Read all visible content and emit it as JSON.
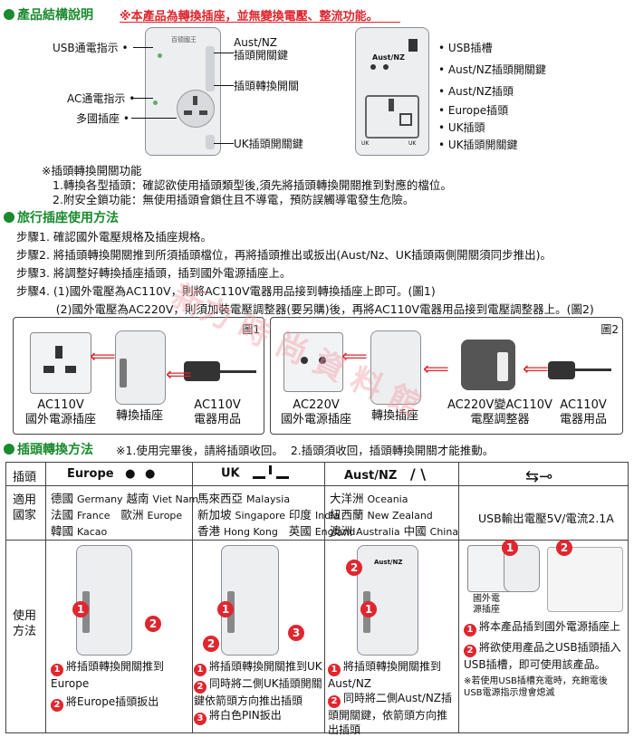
{
  "section1": {
    "title": "產品結構說明",
    "warning": "※本產品為轉換插座，並無變換電壓、整流功能。",
    "left_labels": [
      "USB通電指示",
      "AC通電指示",
      "多國插座"
    ],
    "left_right_labels": [
      "Aust/NZ\n插頭開關鍵",
      "插頭轉換開關",
      "UK插頭開關鍵"
    ],
    "right_labels": [
      "USB插槽",
      "Aust/NZ插頭開關鍵",
      "Aust/NZ插頭",
      "Europe插頭",
      "UK插頭",
      "UK插頭開關鍵"
    ],
    "note_title": "※插頭轉換開關功能",
    "notes": [
      "1.轉換各型插頭：確認欲使用插頭類型後,須先將插頭轉換開關推到對應的檔位。",
      "2.附安全鎖功能：無使用插頭會鎖住且不導電，預防誤觸導電發生危險。"
    ]
  },
  "section2": {
    "title": "旅行插座使用方法",
    "steps": [
      "步驟1.  確認國外電壓規格及插座規格。",
      "步驟2.  將插頭轉換開關推到所須插頭檔位，再將插頭推出或扳出(Aust/Nz、UK插頭兩側開關須同步推出)。",
      "步驟3.  將調整好轉換插座插頭，插到國外電源插座上。",
      "步驟4.  (1)國外電壓為AC110V，則將AC110V電器用品接到轉換插座上即可。(圖1)",
      "           (2)國外電壓為AC220V，則須加裝電壓調整器(要另購)後，再將AC110V電器用品接到電壓調整器上。(圖2)"
    ],
    "fig1_tag": "圖1",
    "fig2_tag": "圖2",
    "fig1_labels": [
      "AC110V\n國外電源插座",
      "轉換插座",
      "AC110V\n電器用品"
    ],
    "fig2_labels": [
      "AC220V\n國外電源插座",
      "轉換插座",
      "AC220V變AC110V\n電壓調整器",
      "AC110V\n電器用品"
    ]
  },
  "section3": {
    "title": "插頭轉換方法",
    "note": "※1.使用完畢後，請將插頭收回。  2.插頭須收回，插頭轉換開關才能推動。",
    "row_headers": [
      "插頭",
      "適用\n國家",
      "使用\n方法"
    ],
    "col_headers": [
      "Europe",
      "UK",
      "Aust/NZ"
    ],
    "countries": {
      "europe": [
        [
          "德國",
          "Germany"
        ],
        [
          "越南",
          "Viet Nam"
        ],
        [
          "法國",
          "France"
        ],
        [
          "歐洲",
          "Europe"
        ],
        [
          "韓國",
          "Kacao"
        ]
      ],
      "uk": [
        [
          "馬來西亞",
          "Malaysia"
        ],
        [
          "新加坡",
          "Singapore"
        ],
        [
          "印度",
          "India"
        ],
        [
          "香港",
          "Hong Kong"
        ],
        [
          "英國",
          "England"
        ]
      ],
      "aus": [
        [
          "大洋洲",
          "Oceania"
        ],
        [
          "紐西蘭",
          "New Zealand"
        ],
        [
          "澳洲",
          "Australia"
        ],
        [
          "中國",
          "China"
        ]
      ],
      "usb": "USB輸出電壓5V/電流2.1A"
    },
    "methods": {
      "europe": [
        "將插頭轉換開關推到Europe",
        "將Europe插頭扳出"
      ],
      "uk": [
        "將插頭轉換開關推到UK",
        "同時將二側UK插頭開關鍵依箭頭方向推出插頭",
        "將白色PIN扳出"
      ],
      "aus": [
        "將插頭轉換開關推到Aust/NZ",
        "同時將二側Aust/NZ插頭開關鍵，依箭頭方向推出插頭"
      ],
      "usb": [
        "將本產品插到國外電源插座上",
        "將欲使用產品之USB插頭插入USB插槽，即可使用該產品。"
      ],
      "usb_note": "※若使用USB插槽充電時，充飽電後USB電源指示燈會熄滅",
      "usb_socket_label": "國外電\n源插座"
    },
    "device_label": "Aust/NZ",
    "device_brand": "百德國王"
  },
  "watermark": "新力 時 尚 資 料 館",
  "colors": {
    "accent_green": "#1a8a2e",
    "accent_red": "#e0262e"
  }
}
